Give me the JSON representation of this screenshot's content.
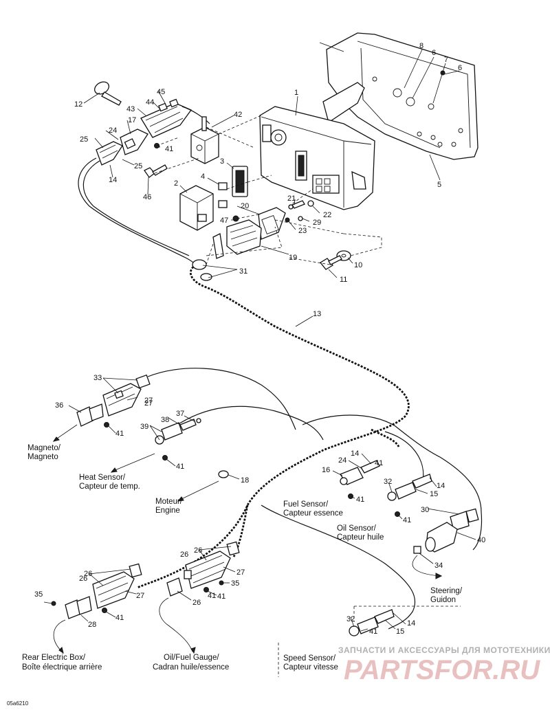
{
  "diagram": {
    "part_numbers": [
      "1",
      "2",
      "3",
      "4",
      "5",
      "6",
      "6",
      "7",
      "8",
      "10",
      "11",
      "12",
      "13",
      "14",
      "14",
      "14",
      "14",
      "15",
      "15",
      "16",
      "17",
      "18",
      "19",
      "20",
      "21",
      "22",
      "23",
      "24",
      "24",
      "25",
      "25",
      "26",
      "26",
      "26",
      "26",
      "26",
      "27",
      "27",
      "27",
      "27",
      "28",
      "29",
      "30",
      "31",
      "32",
      "32",
      "33",
      "34",
      "35",
      "35",
      "36",
      "37",
      "38",
      "39",
      "40",
      "41",
      "41",
      "41",
      "41",
      "41",
      "41",
      "41",
      "41",
      "41",
      "41",
      "42",
      "43",
      "44",
      "45",
      "46",
      "47"
    ],
    "labels": {
      "magneto": [
        "Magneto/",
        "Magneto"
      ],
      "heat_sensor": [
        "Heat Sensor/",
        "Capteur de temp."
      ],
      "engine": [
        "Moteur/",
        "Engine"
      ],
      "fuel_sensor": [
        "Fuel Sensor/",
        "Capteur essence"
      ],
      "oil_sensor": [
        "Oil Sensor/",
        "Capteur huile"
      ],
      "steering": [
        "Steering/",
        "Guidon"
      ],
      "rear_box": [
        "Rear Electric Box/",
        "Boîte électrique arrière"
      ],
      "gauge": [
        "Oil/Fuel Gauge/",
        "Cadran huile/essence"
      ],
      "speed_sensor": [
        "Speed Sensor/",
        "Capteur vitesse"
      ]
    },
    "drawing_code": "05a6210"
  },
  "watermark": {
    "caption": "ЗАПЧАСТИ И АКСЕССУАРЫ ДЛЯ МОТОТЕХНИКИ",
    "logo": "PARTSFOR.RU"
  }
}
